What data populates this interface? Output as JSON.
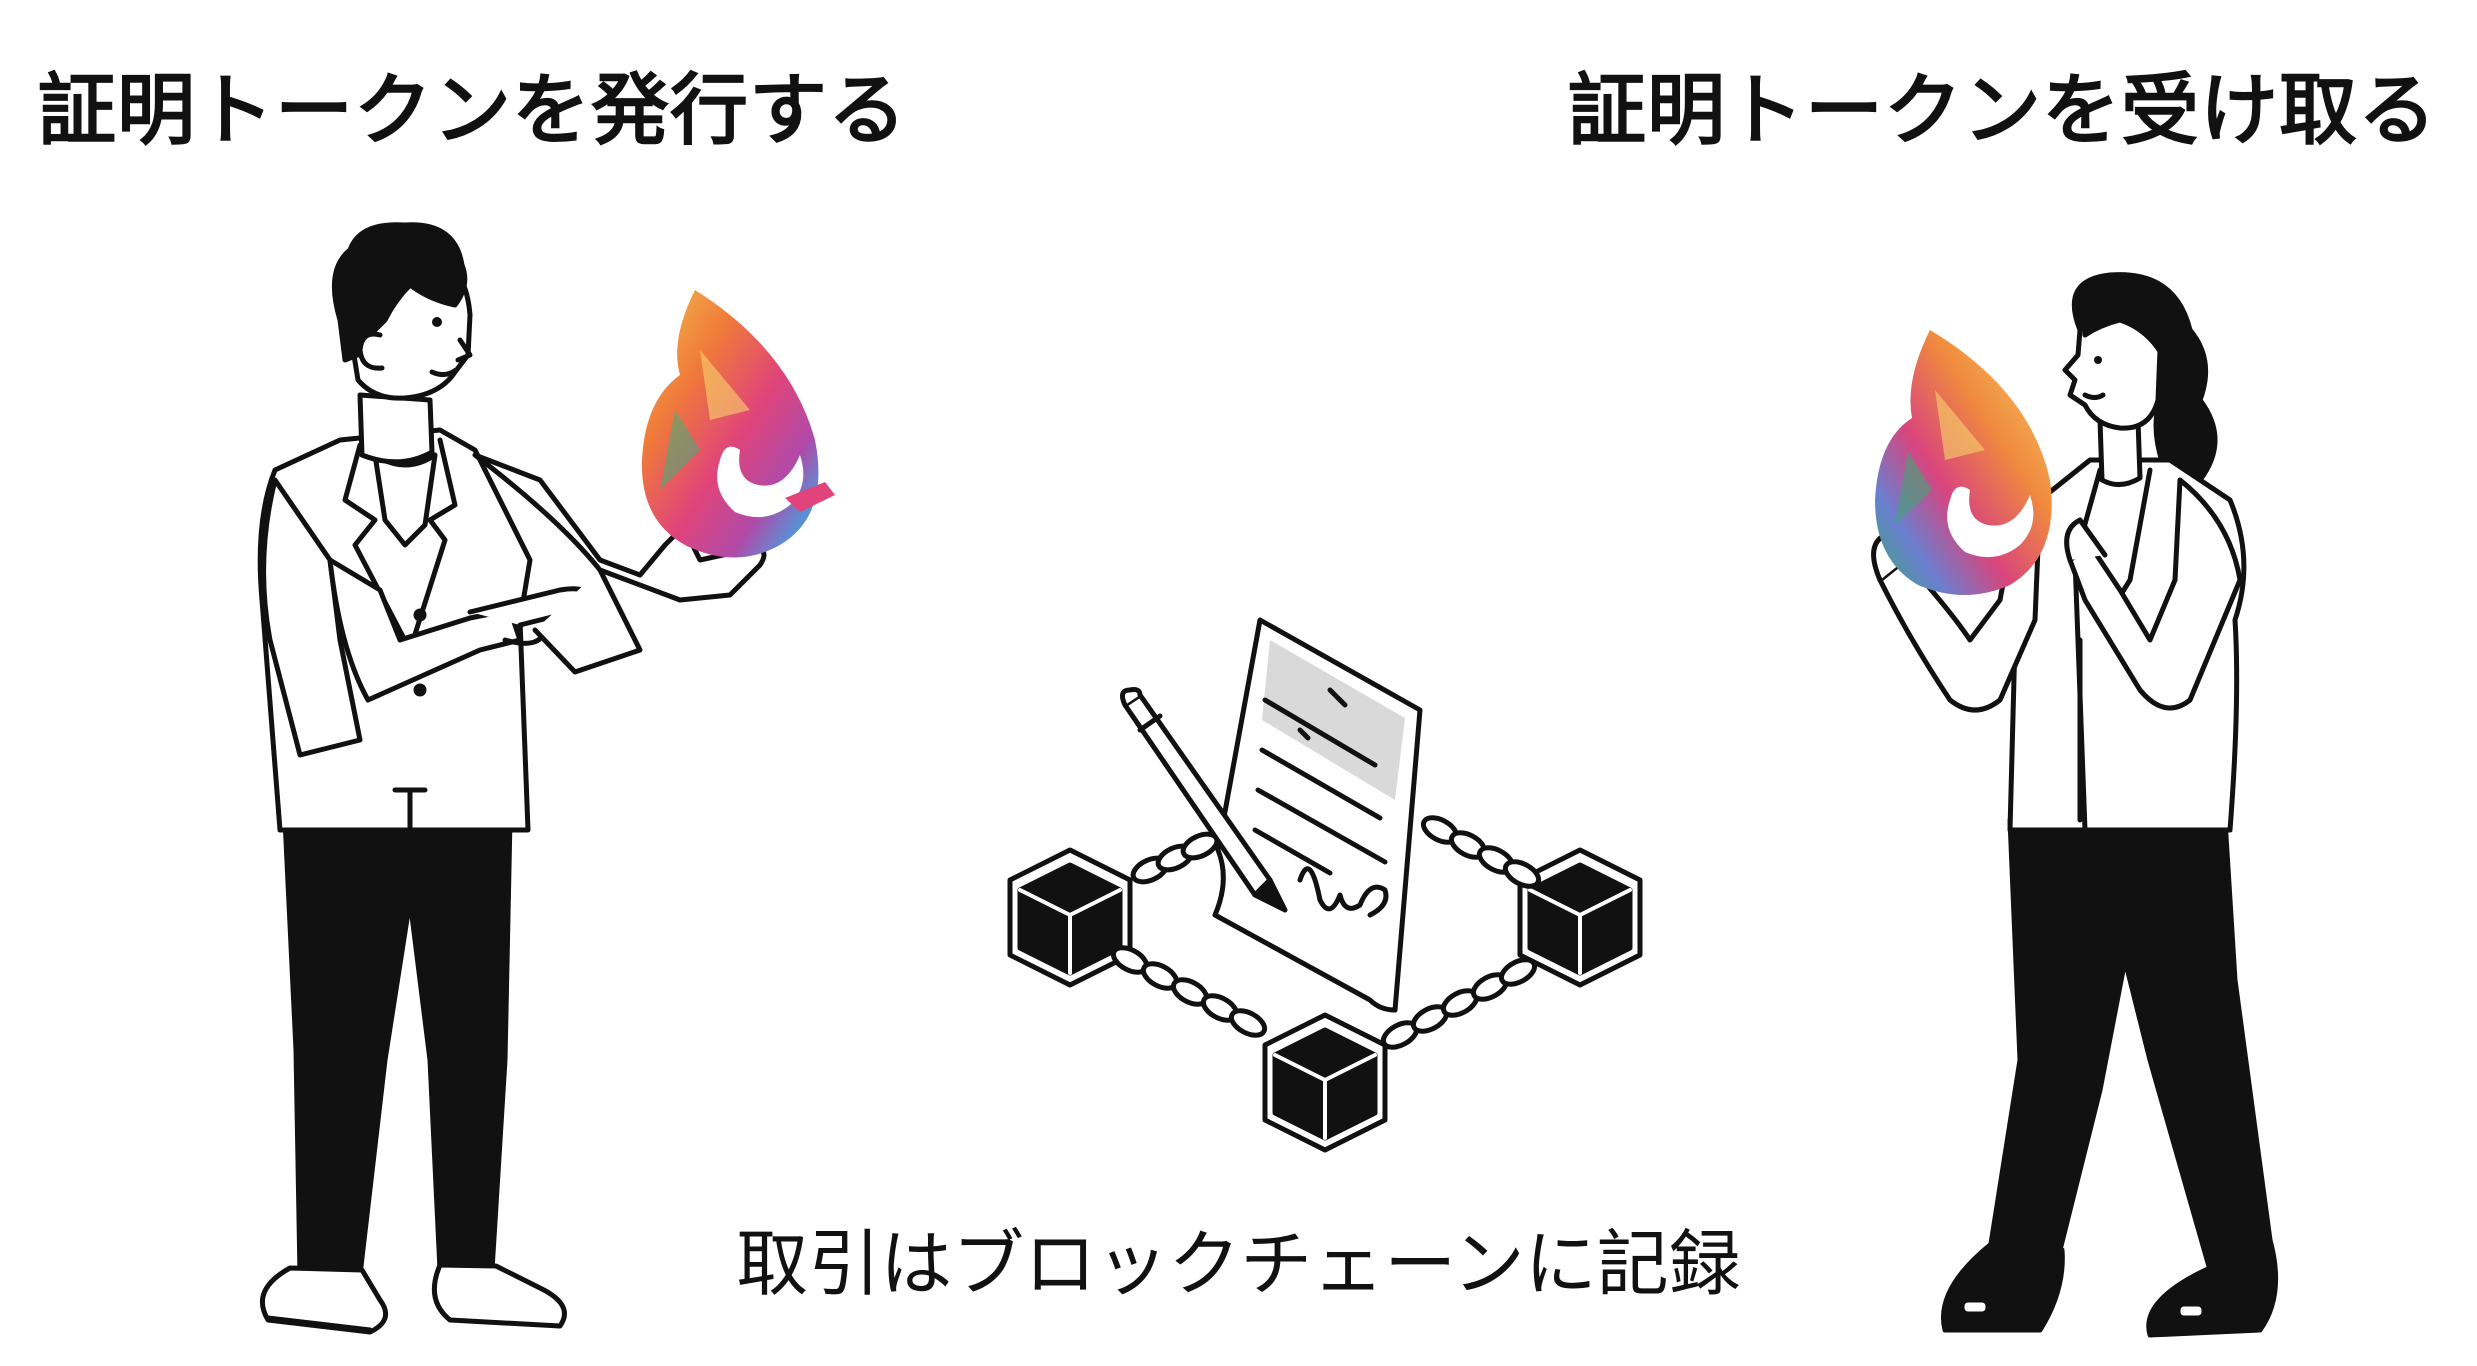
{
  "titles": {
    "issue": "証明トークンを発行する",
    "receive": "証明トークンを受け取る"
  },
  "caption": "取引はブロックチェーンに記録",
  "colors": {
    "ink": "#111111",
    "paper": "#ffffff",
    "shade": "#d9d9d9",
    "flame_stops": [
      "#f2c14e",
      "#f07a3a",
      "#e0447a",
      "#b04aa8",
      "#5b8fd6",
      "#3fb07a"
    ]
  },
  "icons": [
    "flame-token-icon",
    "document-icon",
    "pen-icon",
    "block-icon",
    "chain-icon"
  ]
}
